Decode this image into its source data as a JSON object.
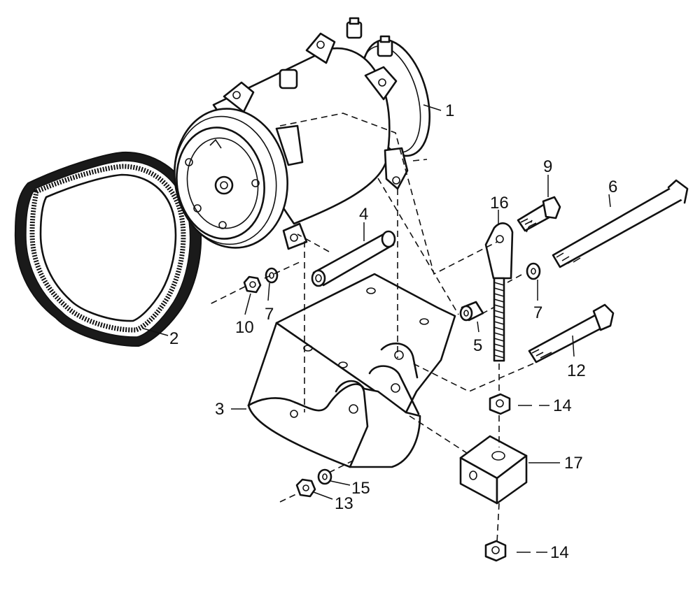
{
  "callouts": [
    {
      "id": "c1",
      "text": "1"
    },
    {
      "id": "c2",
      "text": "2"
    },
    {
      "id": "c3",
      "text": "3"
    },
    {
      "id": "c4",
      "text": "4"
    },
    {
      "id": "c5",
      "text": "5"
    },
    {
      "id": "c6",
      "text": "6"
    },
    {
      "id": "c7a",
      "text": "7"
    },
    {
      "id": "c7b",
      "text": "7"
    },
    {
      "id": "c9",
      "text": "9"
    },
    {
      "id": "c10",
      "text": "10"
    },
    {
      "id": "c12",
      "text": "12"
    },
    {
      "id": "c13",
      "text": "13"
    },
    {
      "id": "c14a",
      "text": "14"
    },
    {
      "id": "c14b",
      "text": "14"
    },
    {
      "id": "c15",
      "text": "15"
    },
    {
      "id": "c16",
      "text": "16"
    },
    {
      "id": "c17",
      "text": "17"
    }
  ]
}
